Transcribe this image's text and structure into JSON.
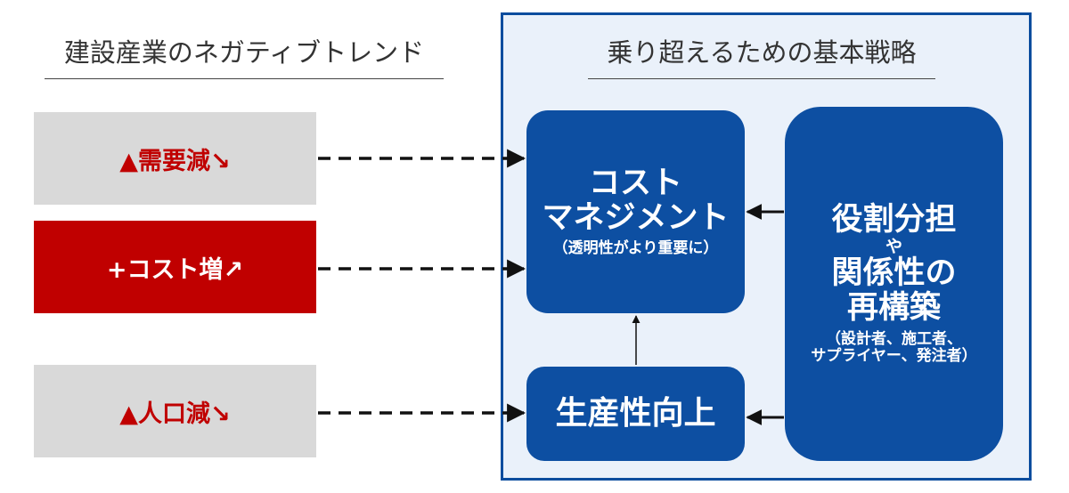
{
  "left": {
    "heading": "建設産業のネガティブトレンド",
    "trends": [
      {
        "label": "▲需要減↘"
      },
      {
        "label": "+コスト増↗"
      },
      {
        "label": "▲人口減↘"
      }
    ]
  },
  "right": {
    "heading": "乗り超えるための基本戦略",
    "cost_management": {
      "line1": "コスト",
      "line2": "マネジメント",
      "note": "（透明性がより重要に）"
    },
    "productivity": {
      "label": "生産性向上"
    },
    "roles": {
      "line1": "役割分担",
      "line2": "や",
      "line3": "関係性の",
      "line4": "再構築",
      "note1": "（設計者、施工者、",
      "note2": "サプライヤー、発注者）"
    }
  },
  "colors": {
    "accent_red": "#c00000",
    "box_blue": "#0d4fa2",
    "panel_border": "#0b4d9e",
    "panel_bg": "#eaf1fa",
    "trend_gray": "#d9d9d9"
  }
}
